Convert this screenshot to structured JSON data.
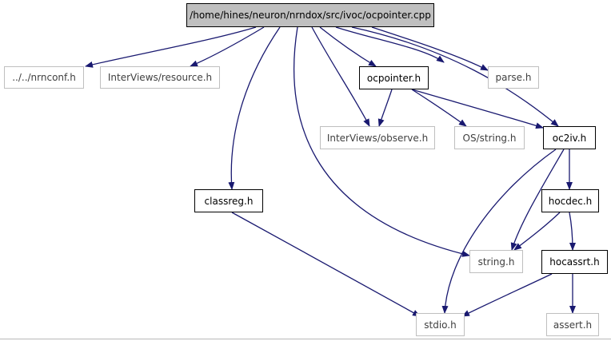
{
  "nodes": {
    "root": "/home/hines/neuron/nrndox/src/ivoc/ocpointer.cpp",
    "nrnconf": "../../nrnconf.h",
    "resource": "InterViews/resource.h",
    "ocpointer_h": "ocpointer.h",
    "parse": "parse.h",
    "observe": "InterViews/observe.h",
    "os_string": "OS/string.h",
    "oc2iv": "oc2iv.h",
    "classreg": "classreg.h",
    "hocdec": "hocdec.h",
    "string_h": "string.h",
    "hocassrt": "hocassrt.h",
    "stdio": "stdio.h",
    "assert_h": "assert.h"
  },
  "edges": [
    [
      "root",
      "nrnconf"
    ],
    [
      "root",
      "resource"
    ],
    [
      "root",
      "ocpointer_h"
    ],
    [
      "root",
      "parse"
    ],
    [
      "root",
      "observe"
    ],
    [
      "root",
      "os_string"
    ],
    [
      "root",
      "oc2iv"
    ],
    [
      "root",
      "classreg"
    ],
    [
      "root",
      "string_h"
    ],
    [
      "ocpointer_h",
      "observe"
    ],
    [
      "ocpointer_h",
      "os_string"
    ],
    [
      "ocpointer_h",
      "oc2iv"
    ],
    [
      "oc2iv",
      "hocdec"
    ],
    [
      "oc2iv",
      "string_h"
    ],
    [
      "oc2iv",
      "stdio"
    ],
    [
      "classreg",
      "stdio"
    ],
    [
      "hocdec",
      "string_h"
    ],
    [
      "hocdec",
      "hocassrt"
    ],
    [
      "hocassrt",
      "stdio"
    ],
    [
      "hocassrt",
      "assert_h"
    ]
  ],
  "colors": {
    "edge": "#191970",
    "root_fill": "#bfbfbf",
    "system_border": "#bfbfbf",
    "documented_border": "#000000"
  }
}
